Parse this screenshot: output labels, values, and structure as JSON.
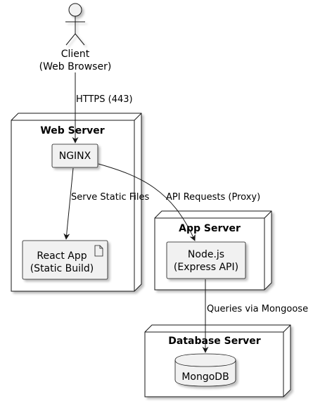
{
  "actor": {
    "line1": "Client",
    "line2": "(Web Browser)"
  },
  "nodes": {
    "web_server": {
      "title": "Web Server"
    },
    "app_server": {
      "title": "App Server"
    },
    "db_server": {
      "title": "Database Server"
    }
  },
  "components": {
    "nginx": {
      "label": "NGINX"
    },
    "react_app": {
      "line1": "React App",
      "line2": "(Static Build)"
    },
    "nodejs": {
      "line1": "Node.js",
      "line2": "(Express API)"
    },
    "mongodb": {
      "label": "MongoDB"
    }
  },
  "edges": {
    "https": "HTTPS (443)",
    "static": "Serve Static Files",
    "api": "API Requests (Proxy)",
    "queries": "Queries via Mongoose"
  },
  "colors": {
    "box_fill": "#f1f1f1",
    "node_fill": "#ffffff",
    "stroke": "#181818",
    "shadow": "#c9c9c9"
  }
}
